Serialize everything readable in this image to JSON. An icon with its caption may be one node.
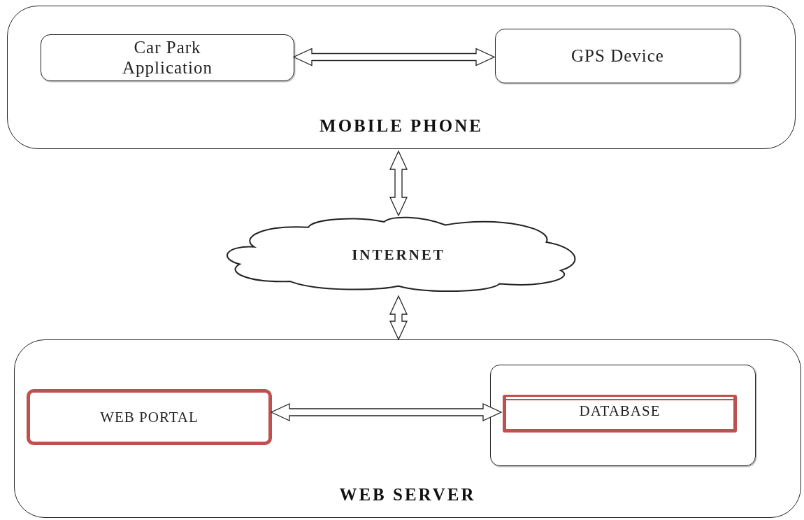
{
  "diagram": {
    "nodes": [
      {
        "text": [
          "MOBILE PHONE"
        ]
      },
      {
        "text": [
          "Car Park Application"
        ],
        "in": 0
      },
      {
        "text": [
          "GPS Device"
        ],
        "in": 0
      },
      {
        "text": [
          "INTERNET"
        ]
      },
      {
        "text": [
          "WEB SERVER"
        ]
      },
      {
        "text": [
          "WEB PORTAL"
        ],
        "in": 4
      },
      {
        "text": [],
        "shape": "box",
        "in": 4
      },
      {
        "text": [
          "DATABASE"
        ],
        "in": 6
      }
    ],
    "edges": [
      {
        "from": 1,
        "to": 2,
        "arrow": "both"
      },
      {
        "from": 0,
        "to": 3,
        "arrow": "both"
      },
      {
        "from": 3,
        "to": 4,
        "arrow": "both"
      },
      {
        "from": 5,
        "to": 7,
        "arrow": "both"
      }
    ]
  }
}
